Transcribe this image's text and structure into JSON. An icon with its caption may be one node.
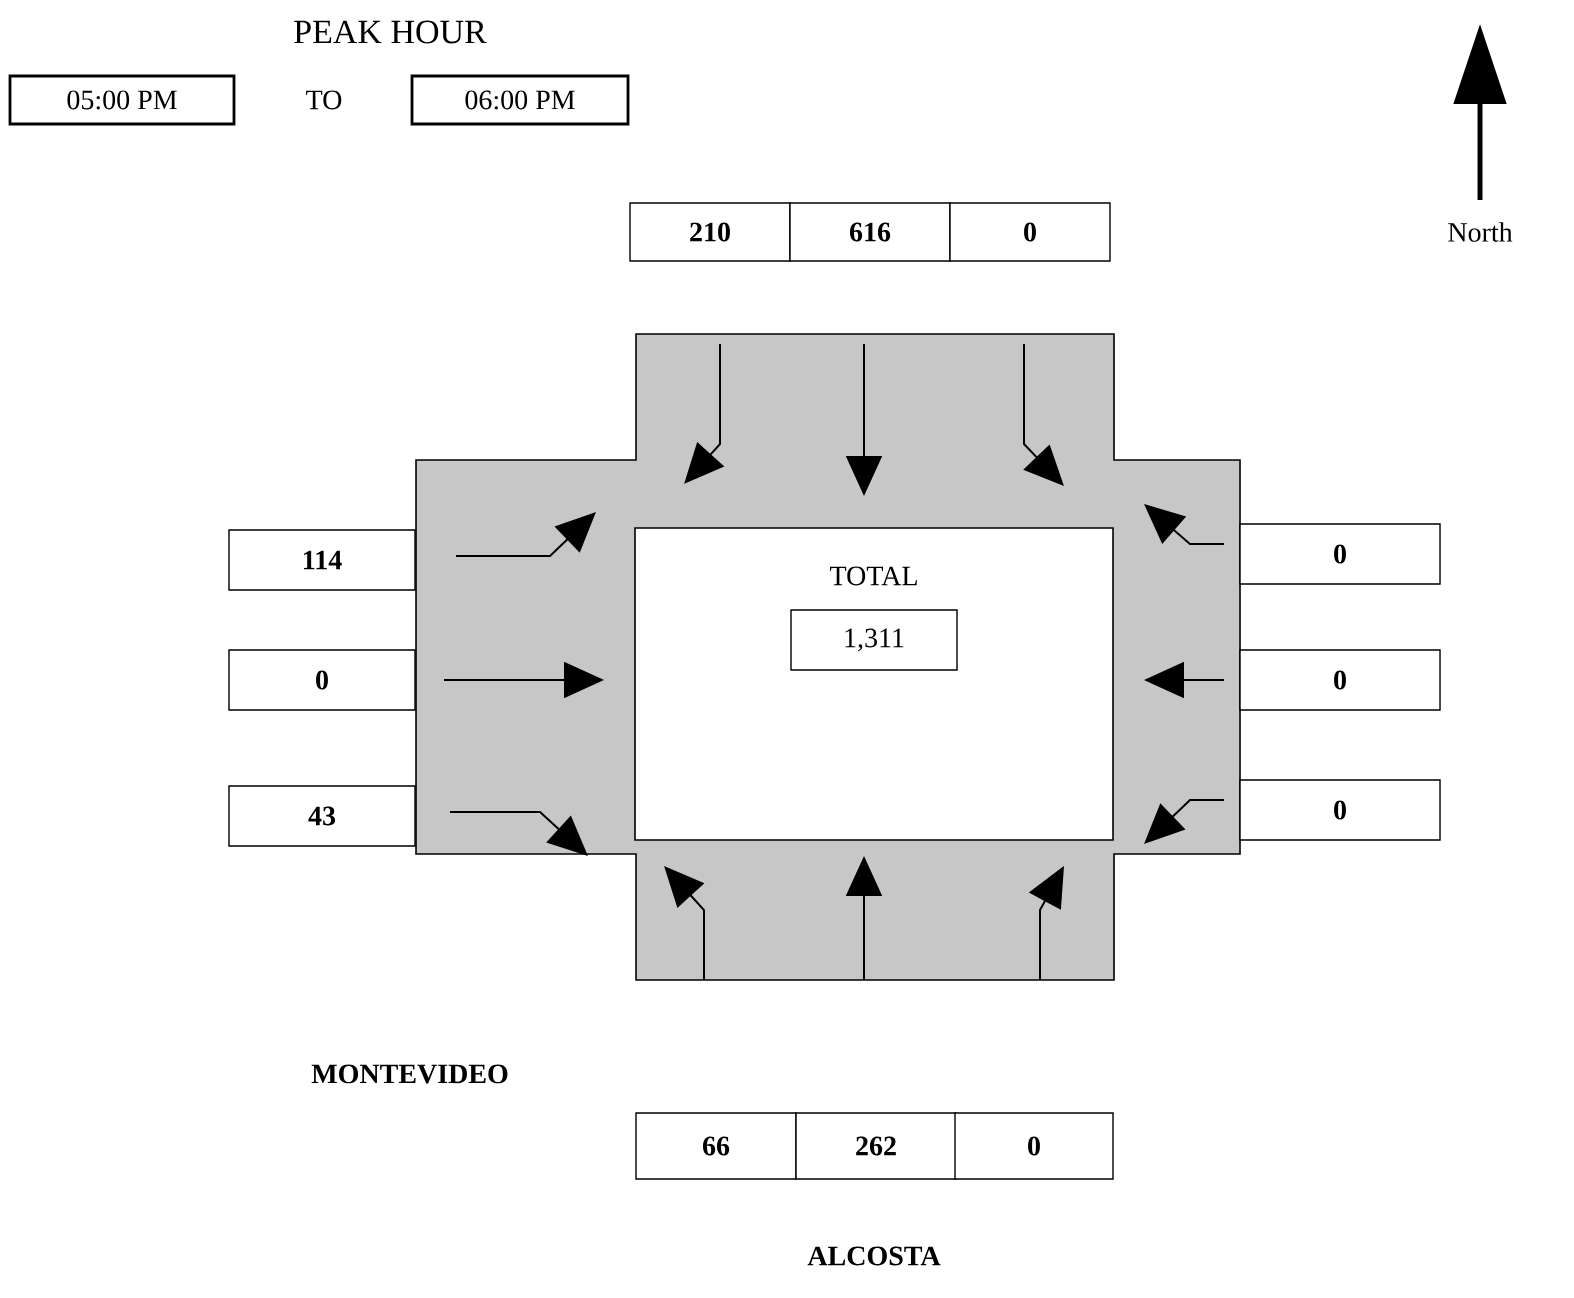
{
  "diagram": {
    "title": "PEAK HOUR",
    "nodes": [
      {
        "text": [
          "05:00 PM"
        ]
      },
      {
        "text": [
          "06:00 PM"
        ]
      },
      {
        "text": [
          "210"
        ]
      },
      {
        "text": [
          "616"
        ]
      },
      {
        "text": [
          "0"
        ]
      },
      {
        "text": [
          "114"
        ]
      },
      {
        "text": [
          "0"
        ]
      },
      {
        "text": [
          "43"
        ]
      },
      {
        "text": [
          "0"
        ]
      },
      {
        "text": [
          "0"
        ]
      },
      {
        "text": [
          "0"
        ]
      },
      {
        "text": [
          "TOTAL"
        ]
      },
      {
        "text": [
          "1,311"
        ],
        "in": 11
      },
      {
        "text": [
          "66"
        ]
      },
      {
        "text": [
          "262"
        ]
      },
      {
        "text": [
          "0"
        ]
      }
    ],
    "labels": [
      "TO",
      "North",
      "MONTEVIDEO",
      "ALCOSTA"
    ]
  }
}
